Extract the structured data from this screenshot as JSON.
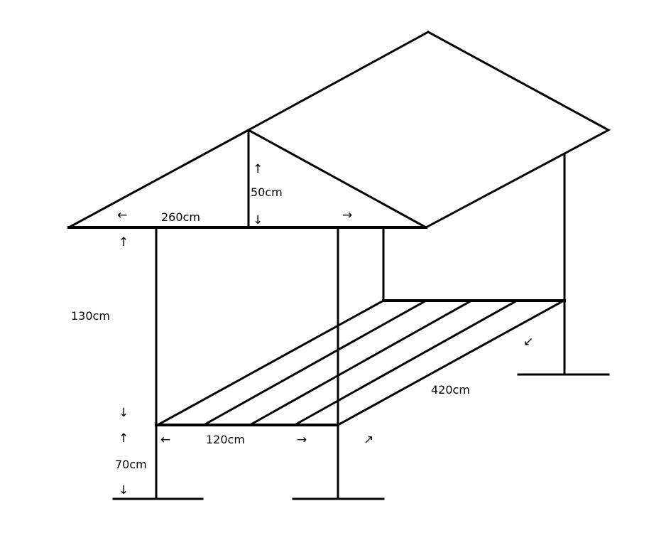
{
  "diagram": {
    "type": "shelter-structure-dimensions",
    "labels": {
      "ridge_height": "50cm",
      "roof_width": "260cm",
      "post_height": "130cm",
      "platform_length": "420cm",
      "platform_width": "120cm",
      "platform_height": "70cm"
    },
    "arrows": {
      "up": "↑",
      "down": "↓",
      "left": "←",
      "right": "→",
      "up_right": "↗",
      "down_left": "↙"
    },
    "line_color": "#000000",
    "background": "#ffffff"
  }
}
